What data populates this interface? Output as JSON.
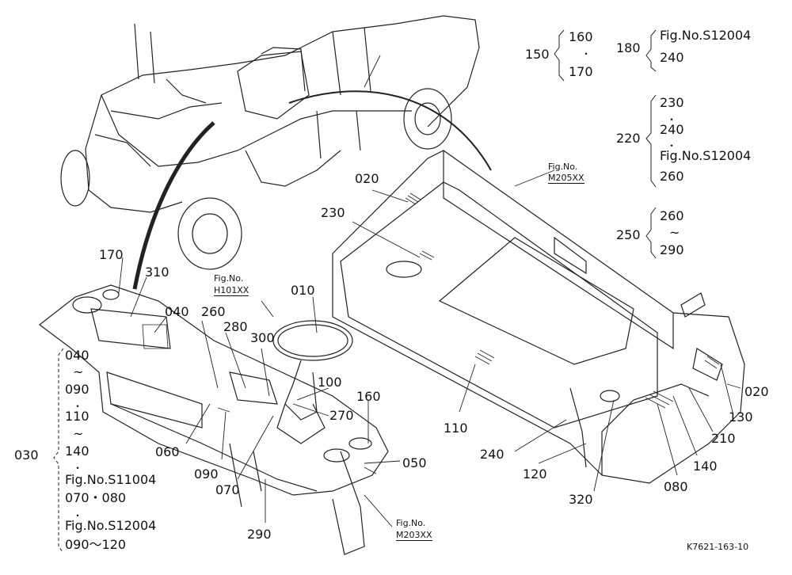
{
  "parts": {
    "p150": "150",
    "p160a": "160",
    "p170a": "170",
    "p180": "180",
    "fig_s12004_a": "Fig.No.S12004",
    "p240a": "240",
    "p220": "220",
    "p230a": "230",
    "p240b": "240",
    "fig_s12004_b": "Fig.No.S12004",
    "p260a": "260",
    "p250": "250",
    "p260b": "260",
    "p290a": "290",
    "fig_m205_l1": "Fig.No.",
    "fig_m205_l2": "M205XX",
    "p020a": "020",
    "p230b": "230",
    "p020b": "020",
    "p130": "130",
    "p210": "210",
    "p140a": "140",
    "p080a": "080",
    "p320": "320",
    "p120": "120",
    "p240c": "240",
    "p110a": "110",
    "p170b": "170",
    "p310": "310",
    "fig_h101_l1": "Fig.No.",
    "fig_h101_l2": "H101XX",
    "p010": "010",
    "p260c": "260",
    "p040a": "040",
    "p280": "280",
    "p300": "300",
    "p100": "100",
    "p270": "270",
    "p160b": "160",
    "p050": "050",
    "p060": "060",
    "p090a": "090",
    "p070": "070",
    "p290b": "290",
    "fig_m203_l1": "Fig.No.",
    "fig_m203_l2": "M203XX",
    "p030": "030",
    "l040": "040",
    "l090": "090",
    "l110": "110",
    "l140": "140",
    "fig_s11004": "Fig.No.S11004",
    "l070_080": "070・080",
    "fig_s12004_c": "Fig.No.S12004",
    "l090_120": "090〜120",
    "tilde": "~",
    "dot": "・",
    "code": "K7621-163-10"
  }
}
